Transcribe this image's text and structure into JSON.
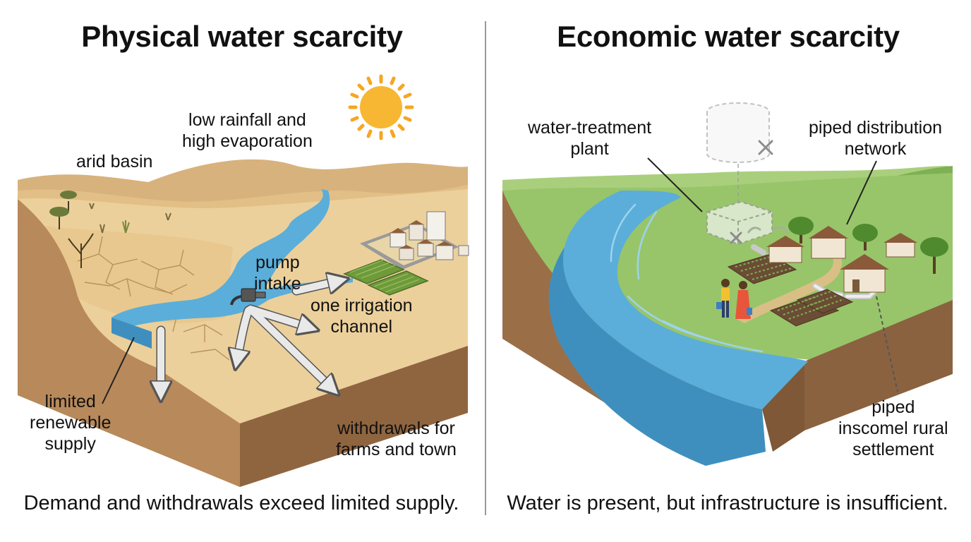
{
  "left_panel": {
    "title": "Physical water scarcity",
    "labels": {
      "rainfall": [
        "low rainfall and",
        "high evaporation"
      ],
      "arid_basin": "arid basin",
      "pump_intake": [
        "pump",
        "intake"
      ],
      "irrigation": [
        "one irrigation",
        "channel"
      ],
      "limited_supply": [
        "limited",
        "renewable",
        "supply"
      ],
      "withdrawals": [
        "withdrawals for",
        "farms and town"
      ]
    },
    "caption": "Demand and withdrawals exceed limited supply.",
    "icons": [
      "sun-icon",
      "pump-icon",
      "house-icon",
      "tree-icon"
    ]
  },
  "right_panel": {
    "title": "Economic water scarcity",
    "labels": {
      "treatment_plant": [
        "water-treatment",
        "plant"
      ],
      "distribution": [
        "piped distribution",
        "network"
      ],
      "settlement": [
        "piped",
        "inscomel rural",
        "settlement"
      ]
    },
    "caption": "Water is present, but infrastructure is insufficient.",
    "icons": [
      "missing-tank-icon",
      "cross-icon",
      "house-icon",
      "person-icon",
      "tree-icon"
    ]
  },
  "colors": {
    "water": "#5aaed9",
    "sand": "#e9c98f",
    "soil": "#9a6f48",
    "grass": "#8fbf63",
    "sun": "#f7b733",
    "arrow": "#e6e6e6"
  }
}
